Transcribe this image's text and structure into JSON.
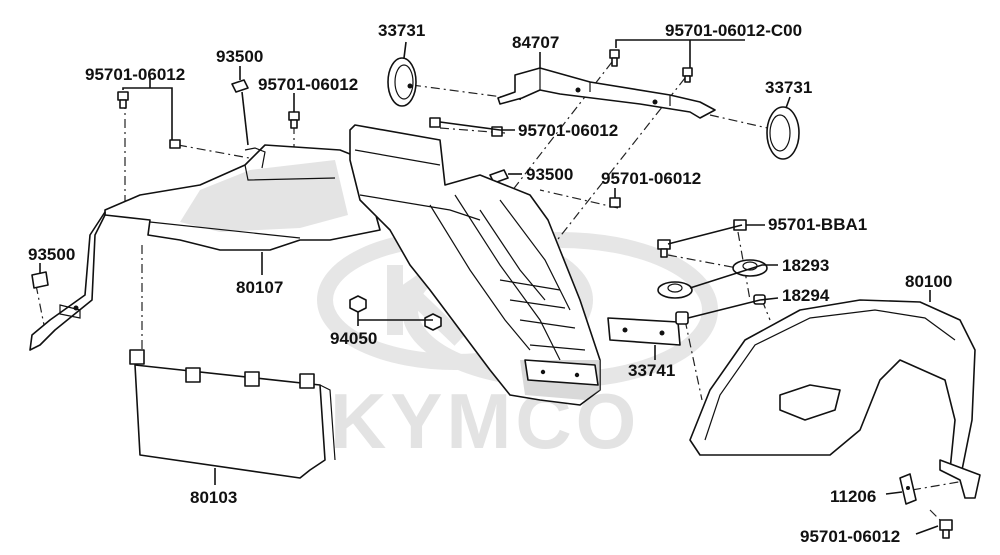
{
  "watermark": {
    "brand": "KYMCO"
  },
  "labels": {
    "p33731_a": "33731",
    "p84707": "84707",
    "p95701_06012_c00": "95701-06012-C00",
    "p93500_a": "93500",
    "p95701_06012_a": "95701-06012",
    "p95701_06012_b": "95701-06012",
    "p33731_b": "33731",
    "p95701_06012_c": "95701-06012",
    "p93500_b": "93500",
    "p95701_06012_d": "95701-06012",
    "p93500_c": "93500",
    "p95701_bba1": "95701-BBA1",
    "p18293": "18293",
    "p80100": "80100",
    "p80107": "80107",
    "p18294": "18294",
    "p94050": "94050",
    "p33741": "33741",
    "p80103": "80103",
    "p11206": "11206",
    "p95701_06012_e": "95701-06012"
  }
}
